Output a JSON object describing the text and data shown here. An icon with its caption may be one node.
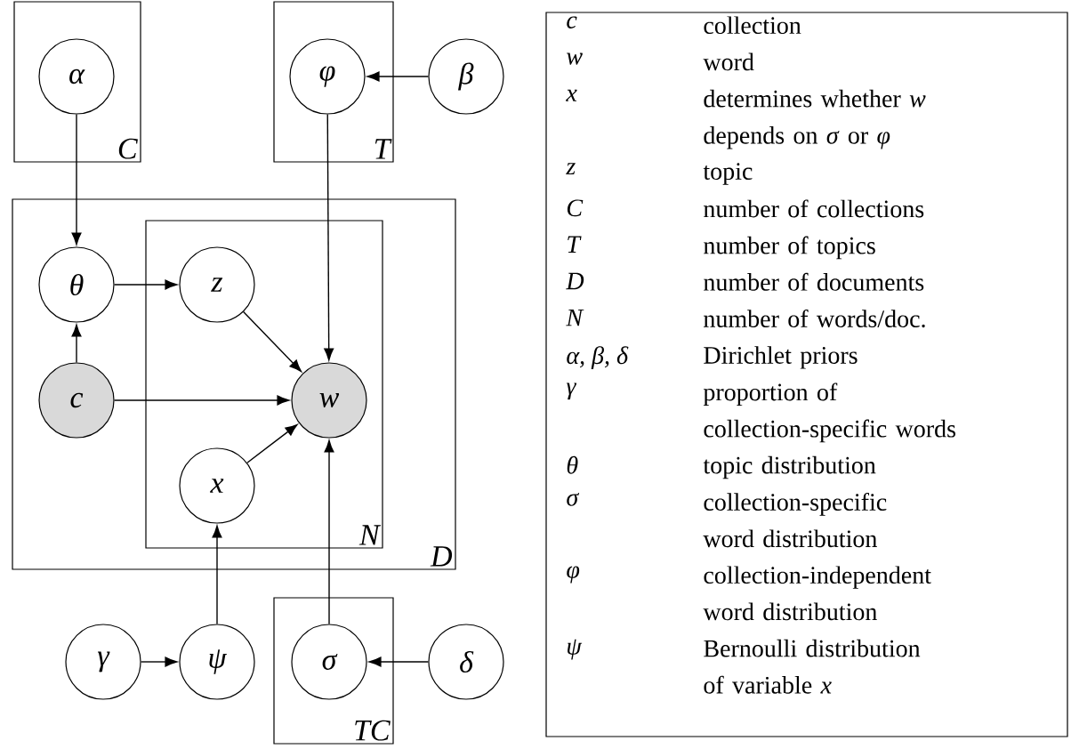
{
  "diagram": {
    "nodes": [
      {
        "text": [
          "C"
        ]
      },
      {
        "text": [
          "α"
        ],
        "in": 0
      },
      {
        "text": [
          "T"
        ]
      },
      {
        "text": [
          "φ"
        ],
        "in": 2
      },
      {
        "text": [
          "β"
        ]
      },
      {
        "text": [
          "D"
        ]
      },
      {
        "text": [
          "θ"
        ],
        "in": 5
      },
      {
        "text": [
          "c"
        ],
        "in": 5
      },
      {
        "text": [
          "N"
        ],
        "in": 5
      },
      {
        "text": [
          "z"
        ],
        "in": 8
      },
      {
        "text": [
          "w"
        ],
        "in": 8
      },
      {
        "text": [
          "x"
        ],
        "in": 8
      },
      {
        "text": [
          "γ"
        ]
      },
      {
        "text": [
          "ψ"
        ]
      },
      {
        "text": [
          "TC"
        ]
      },
      {
        "text": [
          "σ"
        ],
        "in": 14
      },
      {
        "text": [
          "δ"
        ]
      }
    ],
    "edges": [
      {
        "from": 1,
        "to": 6,
        "arrow": "to"
      },
      {
        "from": 4,
        "to": 3,
        "arrow": "to"
      },
      {
        "from": 3,
        "to": 10,
        "arrow": "to"
      },
      {
        "from": 6,
        "to": 9,
        "arrow": "to"
      },
      {
        "from": 7,
        "to": 6,
        "arrow": "to"
      },
      {
        "from": 7,
        "to": 10,
        "arrow": "to"
      },
      {
        "from": 9,
        "to": 10,
        "arrow": "to"
      },
      {
        "from": 11,
        "to": 10,
        "arrow": "to"
      },
      {
        "from": 12,
        "to": 13,
        "arrow": "to"
      },
      {
        "from": 13,
        "to": 11,
        "arrow": "to"
      },
      {
        "from": 15,
        "to": 10,
        "arrow": "to"
      },
      {
        "from": 16,
        "to": 15,
        "arrow": "to"
      }
    ],
    "labels": [
      "c",
      "collection",
      "w",
      "word",
      "x",
      "determines whether *w* depends on *σ* or *φ*",
      "z",
      "topic",
      "C",
      "number of collections",
      "T",
      "number of topics",
      "D",
      "number of documents",
      "N",
      "number of words/doc.",
      "α, β, δ",
      "Dirichlet priors",
      "γ",
      "proportion of collection-specific words",
      "θ",
      "topic distribution",
      "σ",
      "collection-specific word distribution",
      "φ",
      "collection-independent word distribution",
      "ψ",
      "Bernoulli distribution of variable *x*"
    ]
  }
}
